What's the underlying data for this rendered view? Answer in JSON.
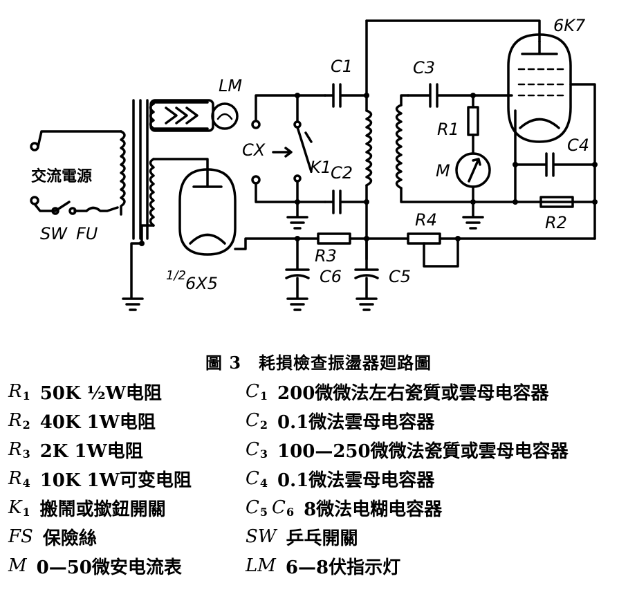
{
  "figure": {
    "caption": "圖 3　耗損檢查振盪器廻路圖",
    "labels": {
      "ac_source": "交流電源",
      "sw": "SW",
      "fu": "FU",
      "lm": "LM",
      "rect_tube": "6X5",
      "rect_fraction": "1/2",
      "cx": "CX",
      "k1": "K1",
      "c1": "C1",
      "c2": "C2",
      "c3": "C3",
      "c4": "C4",
      "c5": "C5",
      "c6": "C6",
      "r1": "R1",
      "r2": "R2",
      "r3": "R3",
      "r4": "R4",
      "m": "M",
      "tube": "6K7"
    }
  },
  "legend": [
    {
      "left": {
        "sym": "R",
        "sub": "1",
        "text": "50K ½W电阻"
      },
      "right": {
        "sym": "C",
        "sub": "1",
        "text": "200微微法左右瓷質或雲母电容器"
      }
    },
    {
      "left": {
        "sym": "R",
        "sub": "2",
        "text": "40K 1W电阻"
      },
      "right": {
        "sym": "C",
        "sub": "2",
        "text": "0.1微法雲母电容器"
      }
    },
    {
      "left": {
        "sym": "R",
        "sub": "3",
        "text": "2K 1W电阻"
      },
      "right": {
        "sym": "C",
        "sub": "3",
        "text": "100—250微微法瓷質或雲母电容器"
      }
    },
    {
      "left": {
        "sym": "R",
        "sub": "4",
        "text": "10K 1W可变电阻"
      },
      "right": {
        "sym": "C",
        "sub": "4",
        "text": "0.1微法雲母电容器"
      }
    },
    {
      "left": {
        "sym": "K",
        "sub": "1",
        "text": "搬鬧或撳鈕開關"
      },
      "right": {
        "sym": "C",
        "sub": "5",
        "sym2": "C",
        "sub2": "6",
        "text": "8微法电糊电容器"
      }
    },
    {
      "left": {
        "sym": "FS",
        "sub": "",
        "text": "保險絲"
      },
      "right": {
        "sym": "SW",
        "sub": "",
        "text": "乒乓開關"
      }
    },
    {
      "left": {
        "sym": "M",
        "sub": "",
        "text": "0—50微安电流表"
      },
      "right": {
        "sym": "LM",
        "sub": "",
        "text": "6—8伏指示灯"
      }
    }
  ]
}
